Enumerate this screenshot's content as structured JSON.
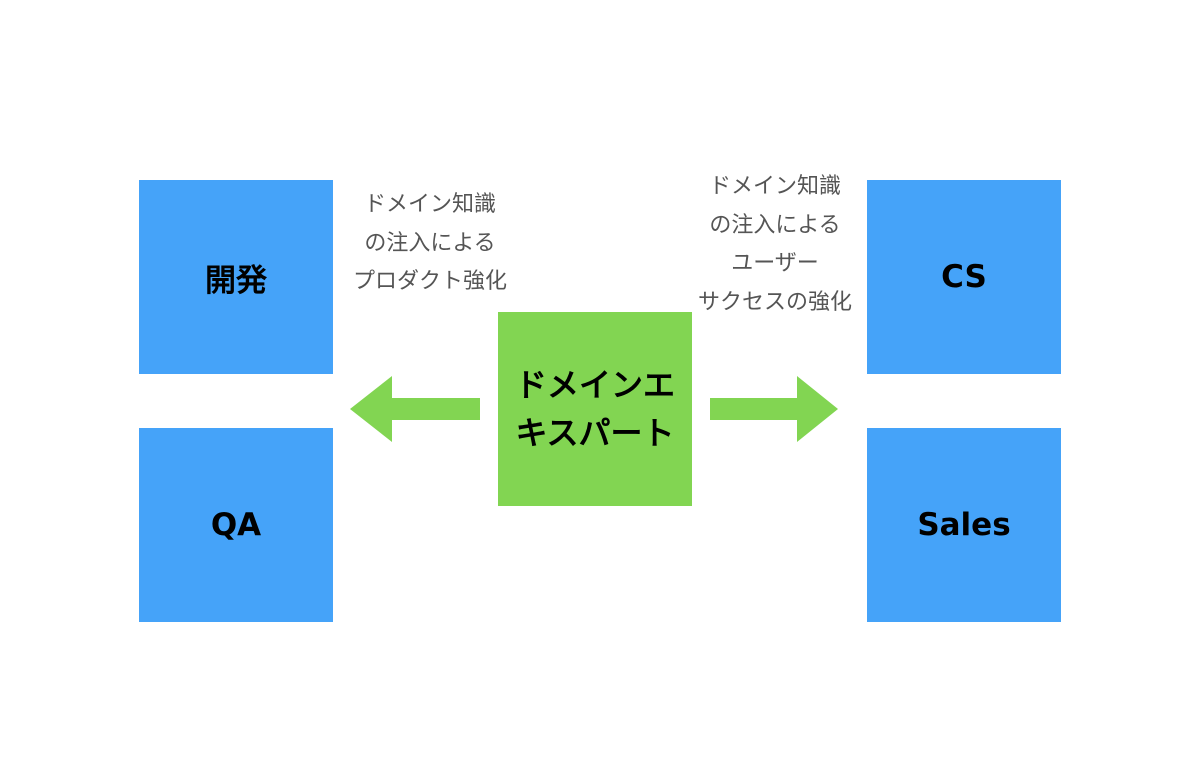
{
  "colors": {
    "team_box": "#45a3f9",
    "expert_box": "#82d552",
    "arrow": "#82d552",
    "note_text": "#555555"
  },
  "boxes": {
    "dev": "開発",
    "qa": "QA",
    "cs": "CS",
    "sales": "Sales",
    "center_line1": "ドメインエ",
    "center_line2": "キスパート"
  },
  "notes": {
    "left": [
      "ドメイン知識",
      "の注入による",
      "プロダクト強化"
    ],
    "right": [
      "ドメイン知識",
      "の注入による",
      "ユーザー",
      "サクセスの強化"
    ]
  }
}
